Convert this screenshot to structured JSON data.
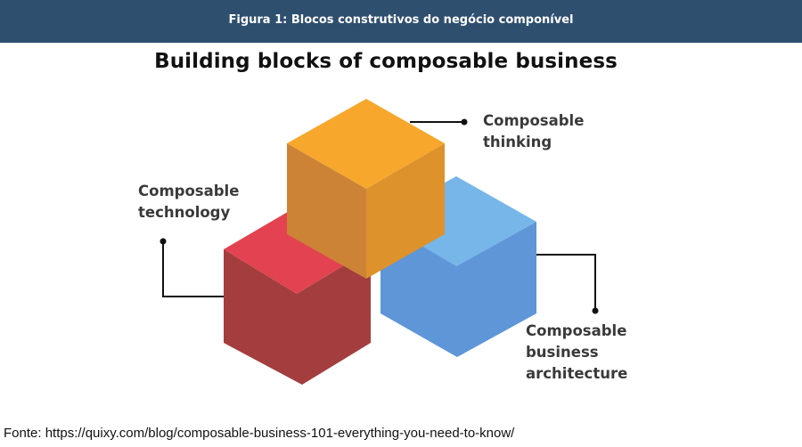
{
  "caption": "Figura 1: Blocos construtivos do negócio componível",
  "diagram": {
    "title": "Building blocks of composable business",
    "labels": {
      "thinking": [
        "Composable",
        "thinking"
      ],
      "technology": [
        "Composable",
        "technology"
      ],
      "architecture": [
        "Composable",
        "business",
        "architecture"
      ]
    },
    "colors": {
      "orange_top": "#f7a72c",
      "orange_front": "#cc8336",
      "orange_side": "#dd922b",
      "red_top": "#e34350",
      "red_front": "#a33d3e",
      "blue_top": "#77b6e8",
      "blue_side": "#5e96d8",
      "connector": "#111111"
    }
  },
  "source": "Fonte: https://quixy.com/blog/composable-business-101-everything-you-need-to-know/"
}
